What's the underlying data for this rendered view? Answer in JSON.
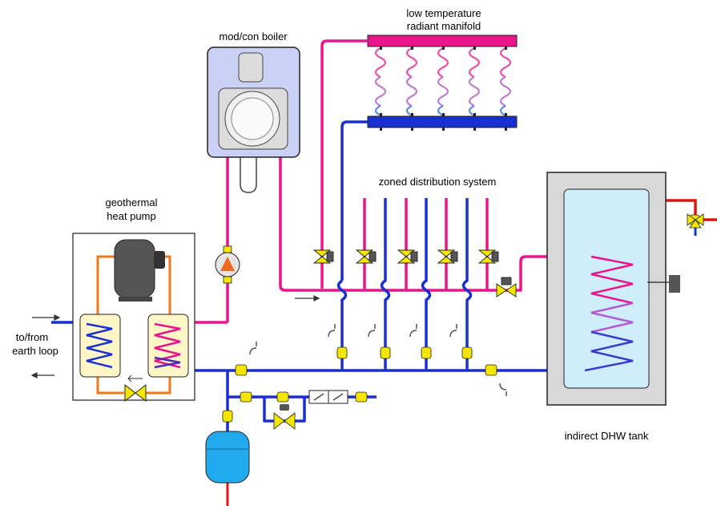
{
  "labels": {
    "manifold_line1": "low temperature",
    "manifold_line2": "radiant manifold",
    "boiler": "mod/con boiler",
    "zoned": "zoned distribution system",
    "heatpump_line1": "geothermal",
    "heatpump_line2": "heat pump",
    "earth_line1": "to/from",
    "earth_line2": "earth loop",
    "tank": "indirect DHW tank"
  },
  "colors": {
    "hot_pipe": "#e8168a",
    "cold_pipe": "#1a2fcf",
    "refrigerant": "#f07a1a",
    "valve": "#f5e600",
    "pump": "#ef6a1f",
    "expansion_tank": "#22aaee",
    "boiler_fill": "#c9d2f5",
    "hx_fill": "#fff6c8",
    "tank_outer": "#d8d8d8",
    "tank_inner": "#cfeefc",
    "supply_red": "#e01515"
  }
}
